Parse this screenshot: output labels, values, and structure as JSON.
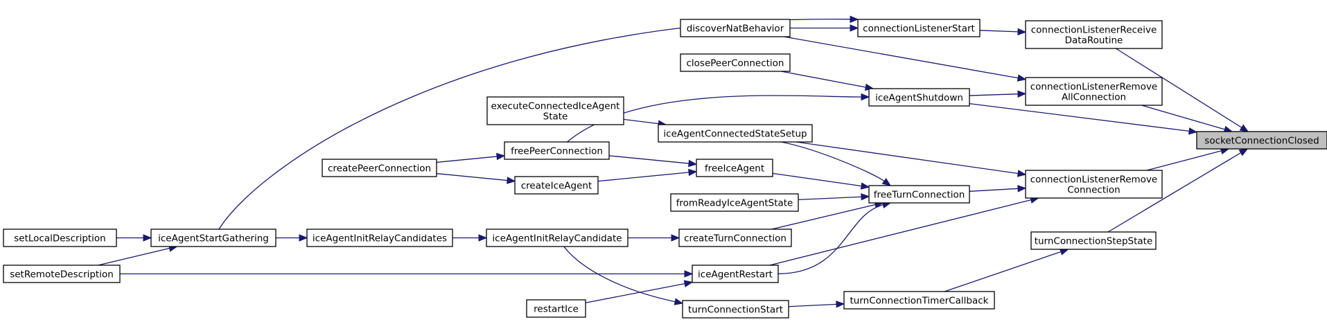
{
  "graph": {
    "root": "socketConnectionClosed",
    "nodes": [
      {
        "id": "socketConnectionClosed",
        "lines": [
          "socketConnectionClosed"
        ]
      },
      {
        "id": "connectionListenerReceiveDataRoutine",
        "lines": [
          "connectionListenerReceive",
          "DataRoutine"
        ]
      },
      {
        "id": "connectionListenerRemoveAllConnection",
        "lines": [
          "connectionListenerRemove",
          "AllConnection"
        ]
      },
      {
        "id": "connectionListenerRemoveConnection",
        "lines": [
          "connectionListenerRemove",
          "Connection"
        ]
      },
      {
        "id": "turnConnectionStepState",
        "lines": [
          "turnConnectionStepState"
        ]
      },
      {
        "id": "connectionListenerStart",
        "lines": [
          "connectionListenerStart"
        ]
      },
      {
        "id": "discoverNatBehavior",
        "lines": [
          "discoverNatBehavior"
        ]
      },
      {
        "id": "iceAgentShutdown",
        "lines": [
          "iceAgentShutdown"
        ]
      },
      {
        "id": "closePeerConnection",
        "lines": [
          "closePeerConnection"
        ]
      },
      {
        "id": "freeTurnConnection",
        "lines": [
          "freeTurnConnection"
        ]
      },
      {
        "id": "turnConnectionTimerCallback",
        "lines": [
          "turnConnectionTimerCallback"
        ]
      },
      {
        "id": "iceAgentConnectedStateSetup",
        "lines": [
          "iceAgentConnectedStateSetup"
        ]
      },
      {
        "id": "freeIceAgent",
        "lines": [
          "freeIceAgent"
        ]
      },
      {
        "id": "fromReadyIceAgentState",
        "lines": [
          "fromReadyIceAgentState"
        ]
      },
      {
        "id": "createTurnConnection",
        "lines": [
          "createTurnConnection"
        ]
      },
      {
        "id": "iceAgentRestart",
        "lines": [
          "iceAgentRestart"
        ]
      },
      {
        "id": "turnConnectionStart",
        "lines": [
          "turnConnectionStart"
        ]
      },
      {
        "id": "executeConnectedIceAgentState",
        "lines": [
          "executeConnectedIceAgent",
          "State"
        ]
      },
      {
        "id": "freePeerConnection",
        "lines": [
          "freePeerConnection"
        ]
      },
      {
        "id": "createIceAgent",
        "lines": [
          "createIceAgent"
        ]
      },
      {
        "id": "iceAgentInitRelayCandidate",
        "lines": [
          "iceAgentInitRelayCandidate"
        ]
      },
      {
        "id": "restartIce",
        "lines": [
          "restartIce"
        ]
      },
      {
        "id": "createPeerConnection",
        "lines": [
          "createPeerConnection"
        ]
      },
      {
        "id": "iceAgentInitRelayCandidates",
        "lines": [
          "iceAgentInitRelayCandidates"
        ]
      },
      {
        "id": "iceAgentStartGathering",
        "lines": [
          "iceAgentStartGathering"
        ]
      },
      {
        "id": "setLocalDescription",
        "lines": [
          "setLocalDescription"
        ]
      },
      {
        "id": "setRemoteDescription",
        "lines": [
          "setRemoteDescription"
        ]
      }
    ],
    "edges": [
      {
        "from": "connectionListenerReceiveDataRoutine",
        "to": "socketConnectionClosed"
      },
      {
        "from": "connectionListenerRemoveAllConnection",
        "to": "socketConnectionClosed"
      },
      {
        "from": "iceAgentShutdown",
        "to": "socketConnectionClosed"
      },
      {
        "from": "connectionListenerRemoveConnection",
        "to": "socketConnectionClosed"
      },
      {
        "from": "turnConnectionStepState",
        "to": "socketConnectionClosed"
      },
      {
        "from": "connectionListenerStart",
        "to": "connectionListenerReceiveDataRoutine"
      },
      {
        "from": "discoverNatBehavior",
        "to": "connectionListenerStart"
      },
      {
        "from": "iceAgentStartGathering",
        "to": "connectionListenerStart"
      },
      {
        "from": "discoverNatBehavior",
        "to": "connectionListenerRemoveAllConnection"
      },
      {
        "from": "iceAgentShutdown",
        "to": "connectionListenerRemoveAllConnection"
      },
      {
        "from": "closePeerConnection",
        "to": "iceAgentShutdown"
      },
      {
        "from": "freePeerConnection",
        "to": "iceAgentShutdown"
      },
      {
        "from": "iceAgentConnectedStateSetup",
        "to": "connectionListenerRemoveConnection"
      },
      {
        "from": "freeTurnConnection",
        "to": "connectionListenerRemoveConnection"
      },
      {
        "from": "iceAgentRestart",
        "to": "connectionListenerRemoveConnection"
      },
      {
        "from": "turnConnectionTimerCallback",
        "to": "turnConnectionStepState"
      },
      {
        "from": "iceAgentConnectedStateSetup",
        "to": "freeTurnConnection"
      },
      {
        "from": "freeIceAgent",
        "to": "freeTurnConnection"
      },
      {
        "from": "fromReadyIceAgentState",
        "to": "freeTurnConnection"
      },
      {
        "from": "createTurnConnection",
        "to": "freeTurnConnection"
      },
      {
        "from": "iceAgentRestart",
        "to": "freeTurnConnection"
      },
      {
        "from": "turnConnectionStart",
        "to": "turnConnectionTimerCallback"
      },
      {
        "from": "executeConnectedIceAgentState",
        "to": "iceAgentConnectedStateSetup"
      },
      {
        "from": "freePeerConnection",
        "to": "freeIceAgent"
      },
      {
        "from": "createIceAgent",
        "to": "freeIceAgent"
      },
      {
        "from": "iceAgentInitRelayCandidate",
        "to": "createTurnConnection"
      },
      {
        "from": "restartIce",
        "to": "iceAgentRestart"
      },
      {
        "from": "setRemoteDescription",
        "to": "iceAgentRestart"
      },
      {
        "from": "iceAgentInitRelayCandidate",
        "to": "turnConnectionStart"
      },
      {
        "from": "createPeerConnection",
        "to": "freePeerConnection"
      },
      {
        "from": "createPeerConnection",
        "to": "createIceAgent"
      },
      {
        "from": "iceAgentInitRelayCandidates",
        "to": "iceAgentInitRelayCandidate"
      },
      {
        "from": "iceAgentStartGathering",
        "to": "iceAgentInitRelayCandidates"
      },
      {
        "from": "setLocalDescription",
        "to": "iceAgentStartGathering"
      },
      {
        "from": "setRemoteDescription",
        "to": "iceAgentStartGathering"
      }
    ]
  }
}
